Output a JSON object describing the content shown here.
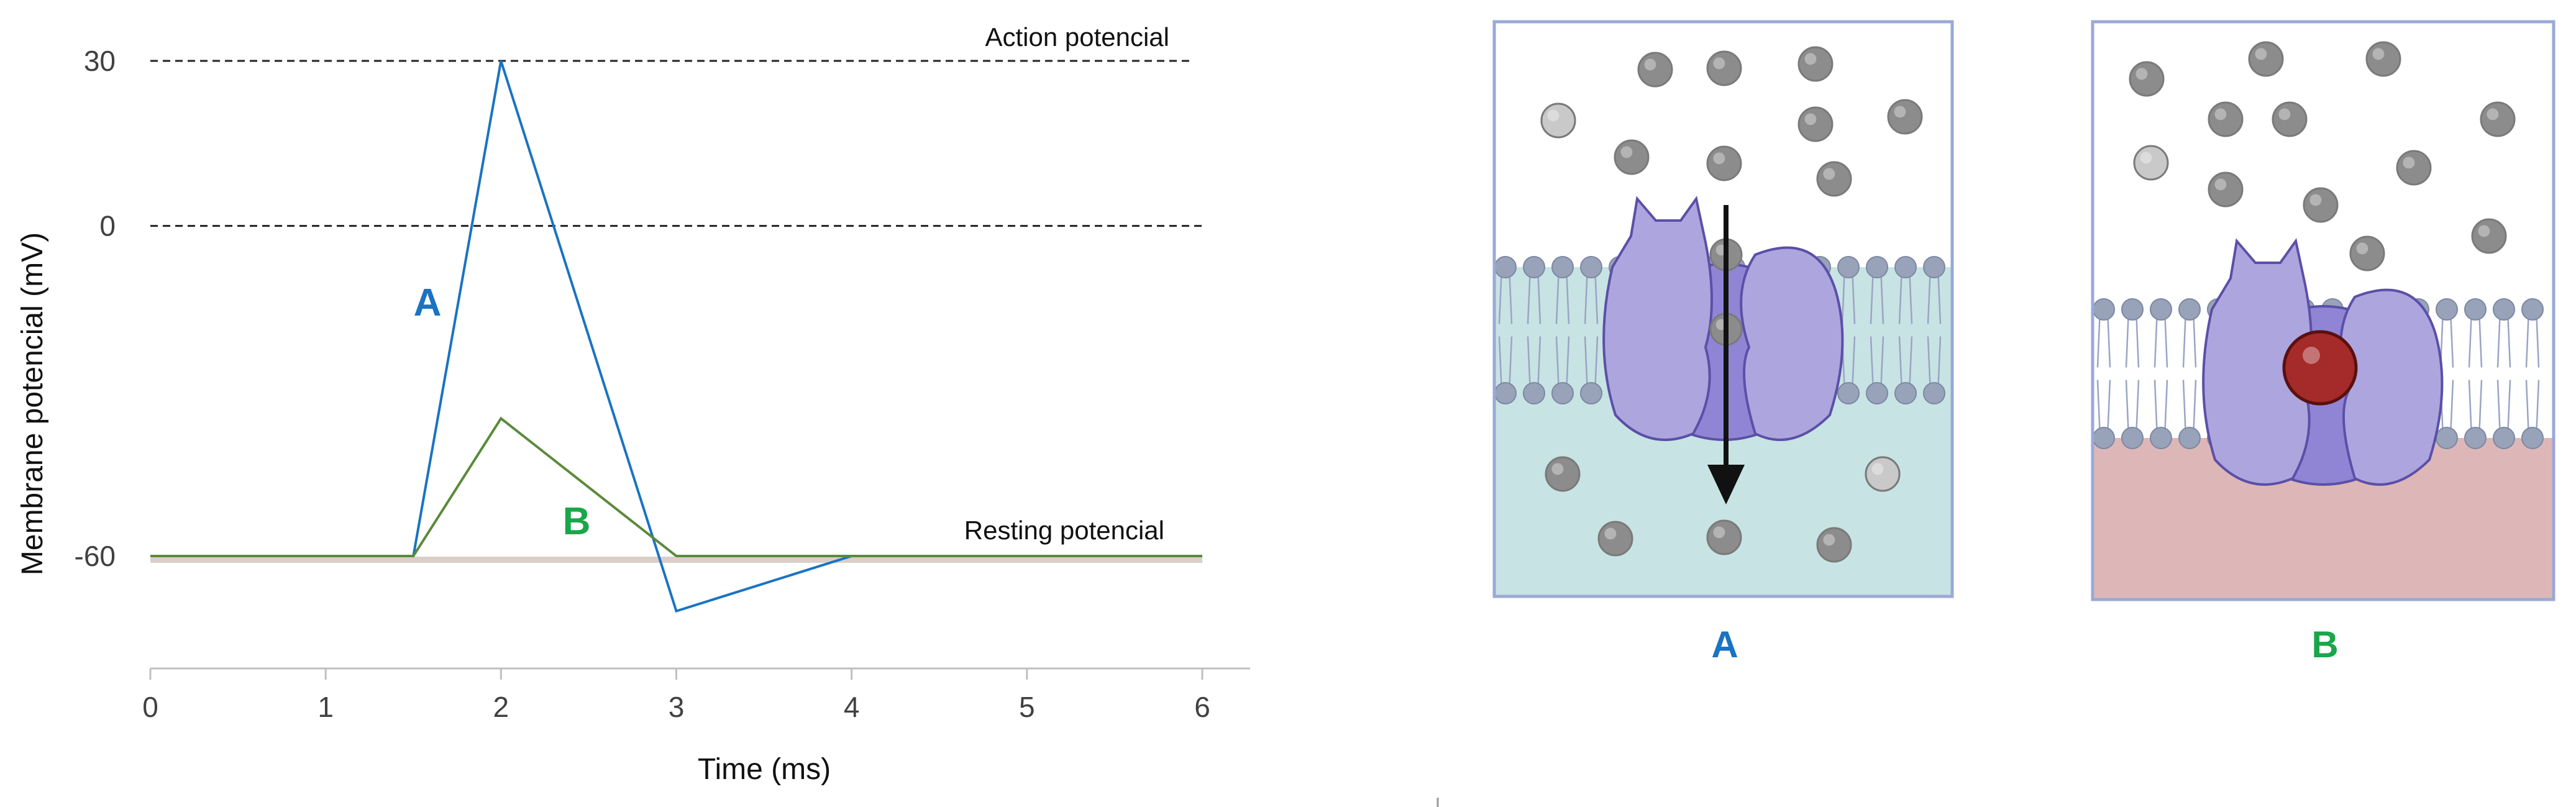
{
  "chart_data": {
    "type": "line",
    "xlabel": "Time (ms)",
    "ylabel": "Membrane potencial (mV)",
    "xlim": [
      0,
      6
    ],
    "ylim": [
      -80,
      40
    ],
    "x_ticks": [
      "0",
      "1",
      "2",
      "3",
      "4",
      "5",
      "6"
    ],
    "y_ticks": [
      {
        "value": 30,
        "label": "30"
      },
      {
        "value": 0,
        "label": "0"
      },
      {
        "value": -60,
        "label": "-60"
      }
    ],
    "reference_lines": [
      {
        "label": "Action potencial",
        "y": 30,
        "style": "dashed"
      },
      {
        "label": "",
        "y": 0,
        "style": "dashed"
      },
      {
        "label": "Resting potencial",
        "y": -60,
        "style": "shadow"
      }
    ],
    "series": [
      {
        "name": "A",
        "color": "#1a73c2",
        "points": [
          [
            0,
            -60
          ],
          [
            1.5,
            -60
          ],
          [
            2,
            30
          ],
          [
            3,
            -70
          ],
          [
            4,
            -60
          ],
          [
            6,
            -60
          ]
        ]
      },
      {
        "name": "B",
        "color": "#5a8a3a",
        "points": [
          [
            0,
            -60
          ],
          [
            1.5,
            -60
          ],
          [
            2,
            -35
          ],
          [
            3,
            -60
          ],
          [
            6,
            -60
          ]
        ]
      }
    ],
    "grid": false
  },
  "channels": [
    {
      "label": "A",
      "label_color": "#1a73c2",
      "medium_color": "#c8e3e3",
      "state": "open"
    },
    {
      "label": "B",
      "label_color": "#1aa64a",
      "medium_color": "#ddb7b7",
      "state": "blocked"
    }
  ],
  "colors": {
    "protein_fill": "#ad a5dd",
    "protein_dark": "#8f85d4",
    "protein_stroke": "#5b4fa8",
    "panel_border": "#9aa9d6",
    "ion": "#8c8c8c",
    "blocker": "#a52a2a"
  }
}
